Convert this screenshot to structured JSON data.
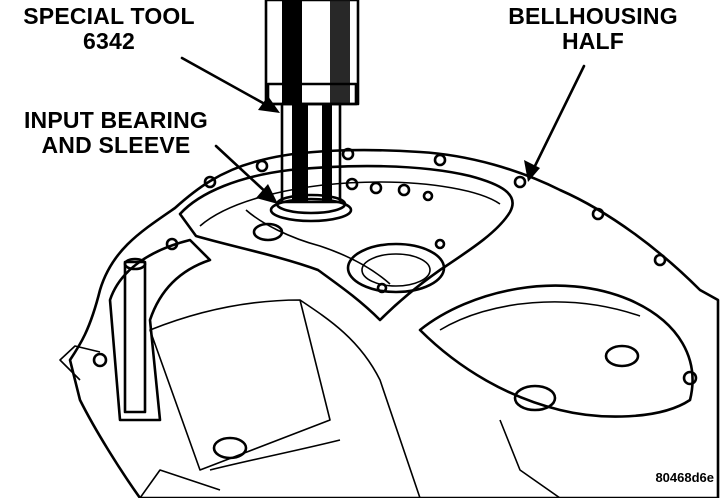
{
  "callouts": {
    "special_tool": {
      "line1": "SPECIAL TOOL",
      "line2": "6342"
    },
    "input_bearing": {
      "line1": "INPUT BEARING",
      "line2": "AND SLEEVE"
    },
    "bellhousing": {
      "line1": "BELLHOUSING",
      "line2": "HALF"
    }
  },
  "figure_id": "80468d6e"
}
